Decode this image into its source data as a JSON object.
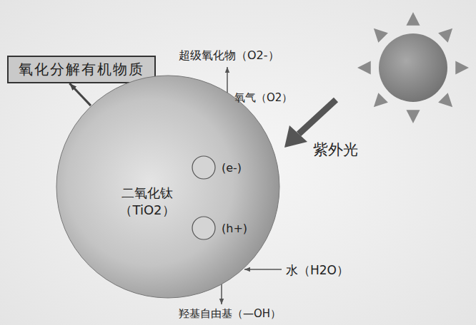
{
  "diagram": {
    "nodes": [
      {
        "text": [
          "氧化分解有机物质"
        ]
      },
      {
        "text": [
          "二氧化钛 （TiO2）"
        ]
      },
      {
        "text": [
          "(e-)"
        ],
        "in": 1
      },
      {
        "text": [
          "(h+)"
        ],
        "in": 1
      }
    ],
    "edges": [
      {
        "from": 1,
        "to": 0,
        "arrow": "to"
      },
      {
        "from": 3,
        "to": 2,
        "arrow": "to"
      }
    ],
    "labels": [
      "超级氧化物（O2-）",
      "氧气（O2）",
      "紫外光",
      "水（H2O）",
      "羟基自由基（—OH）"
    ]
  }
}
